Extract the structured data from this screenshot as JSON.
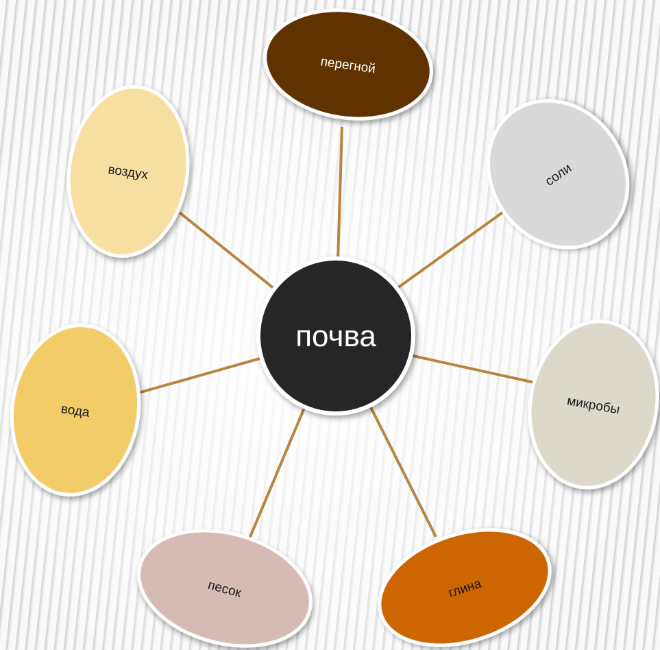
{
  "center": {
    "label": "почва",
    "color": "#262626"
  },
  "nodes": [
    {
      "id": "peregnoi",
      "label": "перегной",
      "color": "#5e3000"
    },
    {
      "id": "soli",
      "label": "соли",
      "color": "#d9d9d9"
    },
    {
      "id": "mikroby",
      "label": "микробы",
      "color": "#dcd9cb"
    },
    {
      "id": "glina",
      "label": "глина",
      "color": "#cd6600"
    },
    {
      "id": "pesok",
      "label": "песок",
      "color": "#d5bbb3"
    },
    {
      "id": "voda",
      "label": "вода",
      "color": "#f1cc68"
    },
    {
      "id": "vozdukh",
      "label": "воздух",
      "color": "#f7dfa1"
    }
  ],
  "connector_color": "#b8843e"
}
